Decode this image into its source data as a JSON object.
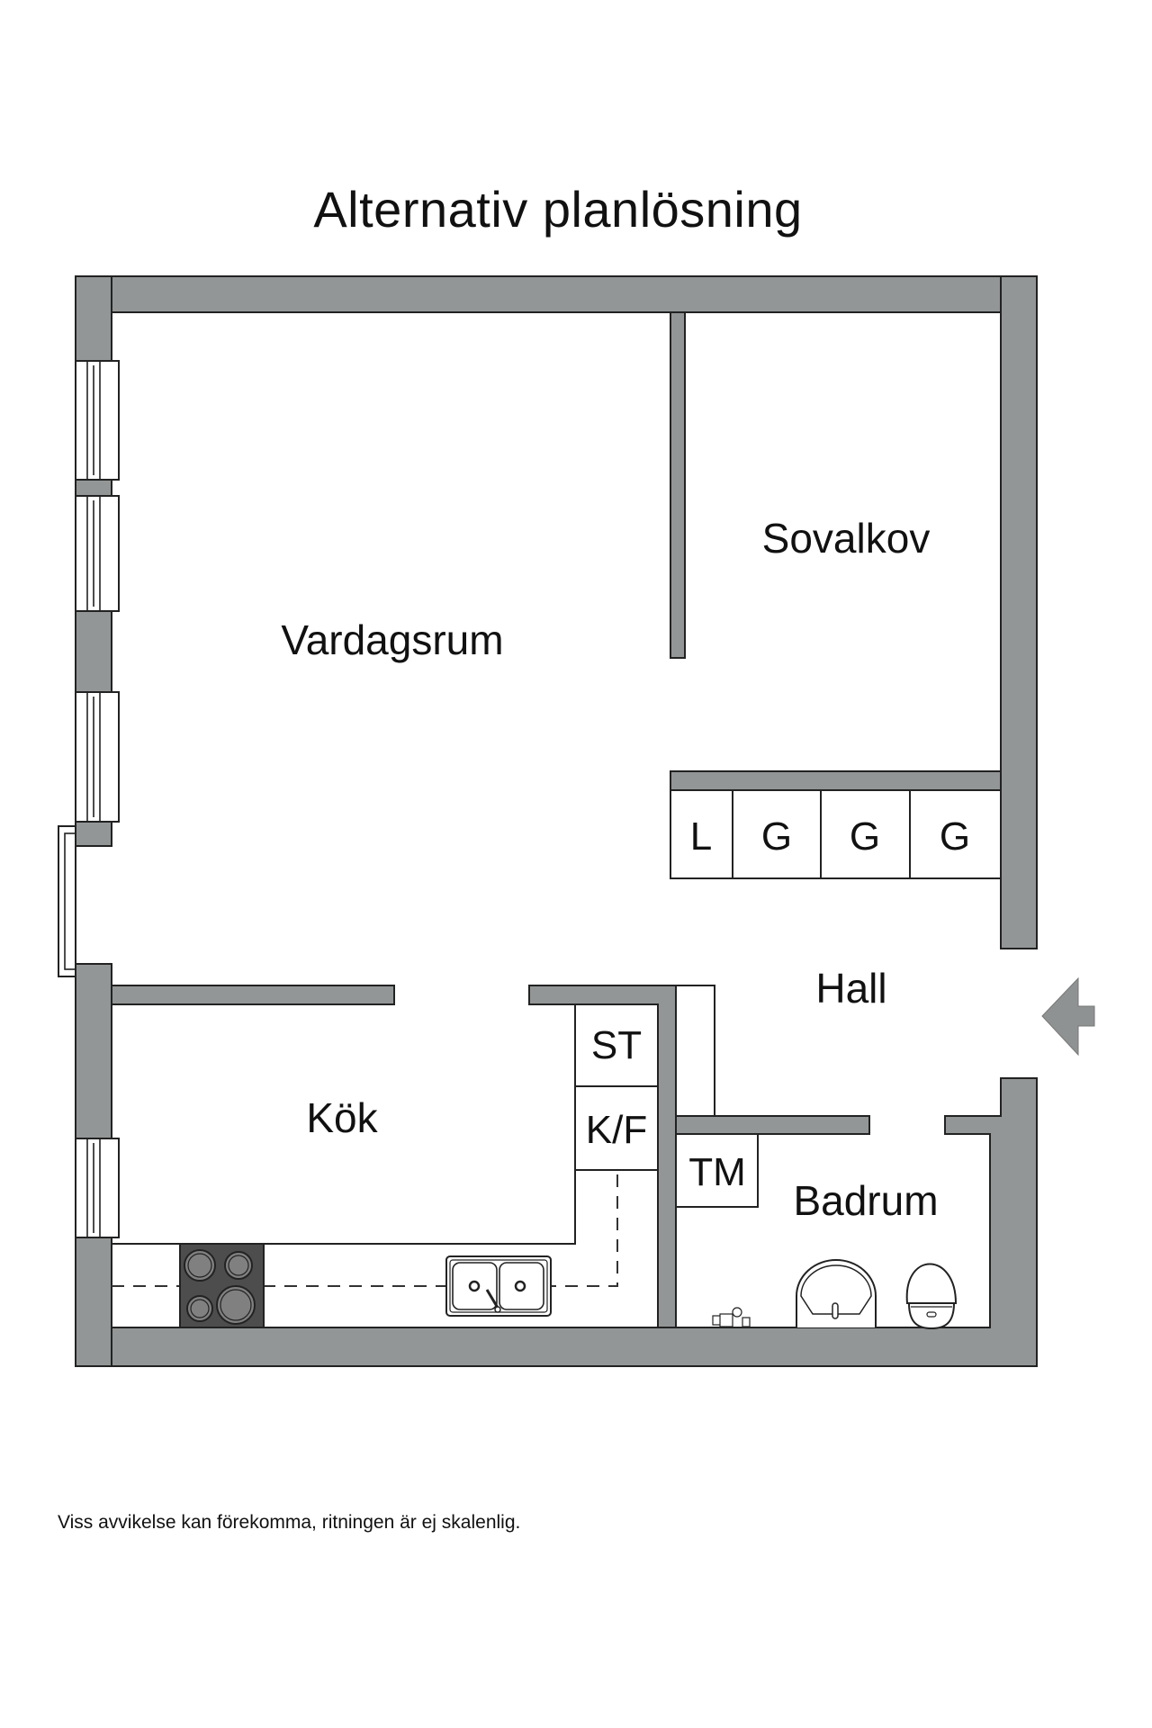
{
  "title": "Alternativ planlösning",
  "rooms": {
    "vardagsrum": "Vardagsrum",
    "sovalkov": "Sovalkov",
    "kok": "Kök",
    "hall": "Hall",
    "badrum": "Badrum"
  },
  "storage": {
    "wardrobes": [
      "L",
      "G",
      "G",
      "G"
    ],
    "kitchen_tall_units": [
      "ST",
      "K/F"
    ],
    "laundry": "TM"
  },
  "icons": {
    "entrance": "entrance-arrow-icon",
    "stove": "stove-icon",
    "sink": "double-sink-icon",
    "washbasin": "washbasin-icon",
    "toilet": "toilet-icon",
    "faucet": "shower-mixer-icon"
  },
  "colors": {
    "wall": "#939696",
    "stove": "#4d4d4d",
    "outline": "#222222"
  },
  "footnote": "Viss avvikelse kan förekomma, ritningen är ej skalenlig."
}
